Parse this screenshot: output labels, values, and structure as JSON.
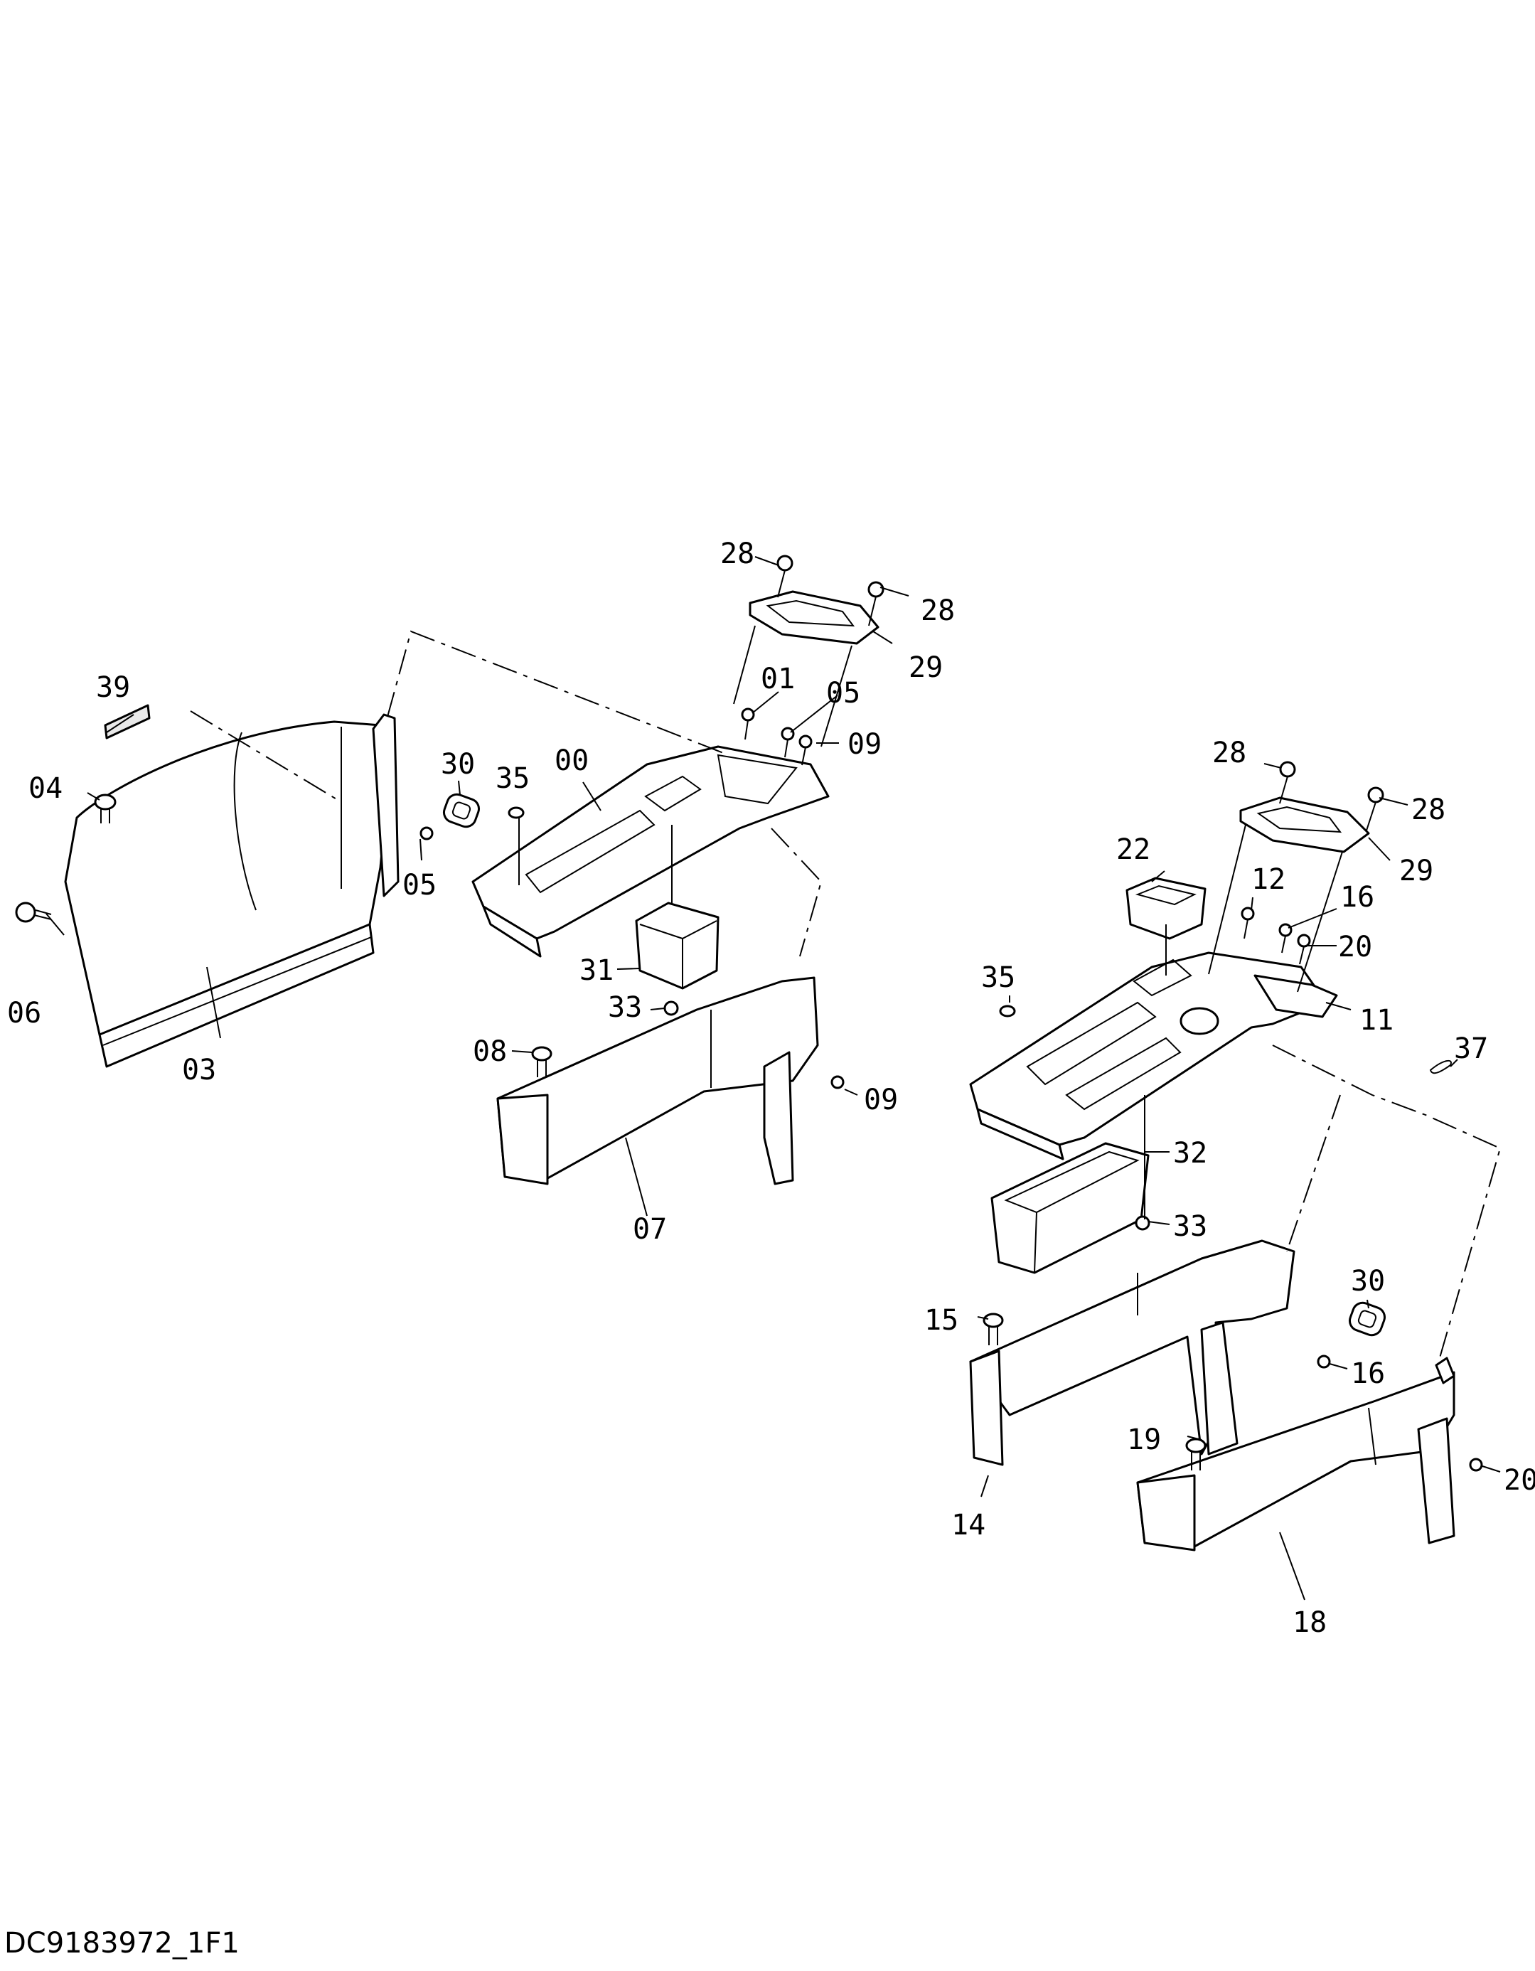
{
  "drawing_id": "DC9183972_1F1",
  "callouts": {
    "c00": "00",
    "c01": "01",
    "c03": "03",
    "c04": "04",
    "c05a": "05",
    "c05b": "05",
    "c06": "06",
    "c07": "07",
    "c08": "08",
    "c09a": "09",
    "c09b": "09",
    "c11": "11",
    "c12": "12",
    "c14": "14",
    "c15": "15",
    "c16a": "16",
    "c16b": "16",
    "c18": "18",
    "c19": "19",
    "c20a": "20",
    "c20b": "20",
    "c22": "22",
    "c28a": "28",
    "c28b": "28",
    "c28c": "28",
    "c28d": "28",
    "c29a": "29",
    "c29b": "29",
    "c30a": "30",
    "c30b": "30",
    "c31": "31",
    "c32": "32",
    "c33a": "33",
    "c33b": "33",
    "c35a": "35",
    "c35b": "35",
    "c37": "37",
    "c39": "39"
  }
}
